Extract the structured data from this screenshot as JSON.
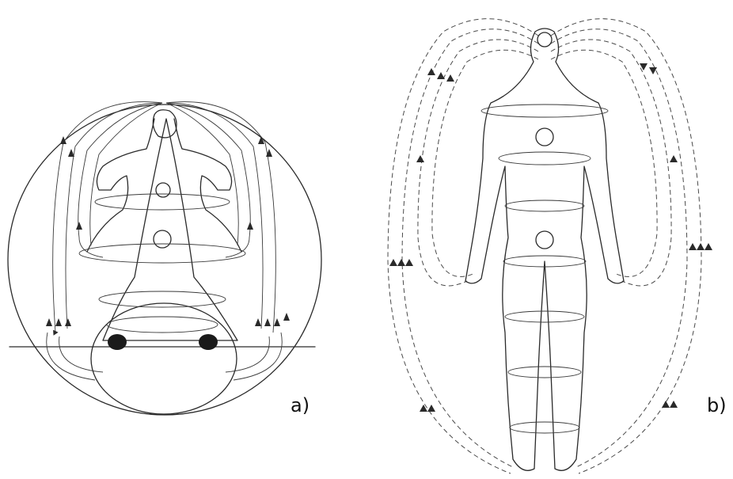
{
  "panels": [
    {
      "id": "a",
      "label": "a)"
    },
    {
      "id": "b",
      "label": "b)"
    }
  ],
  "colors": {
    "ink": "#2a2a2a",
    "background": "#ffffff"
  }
}
